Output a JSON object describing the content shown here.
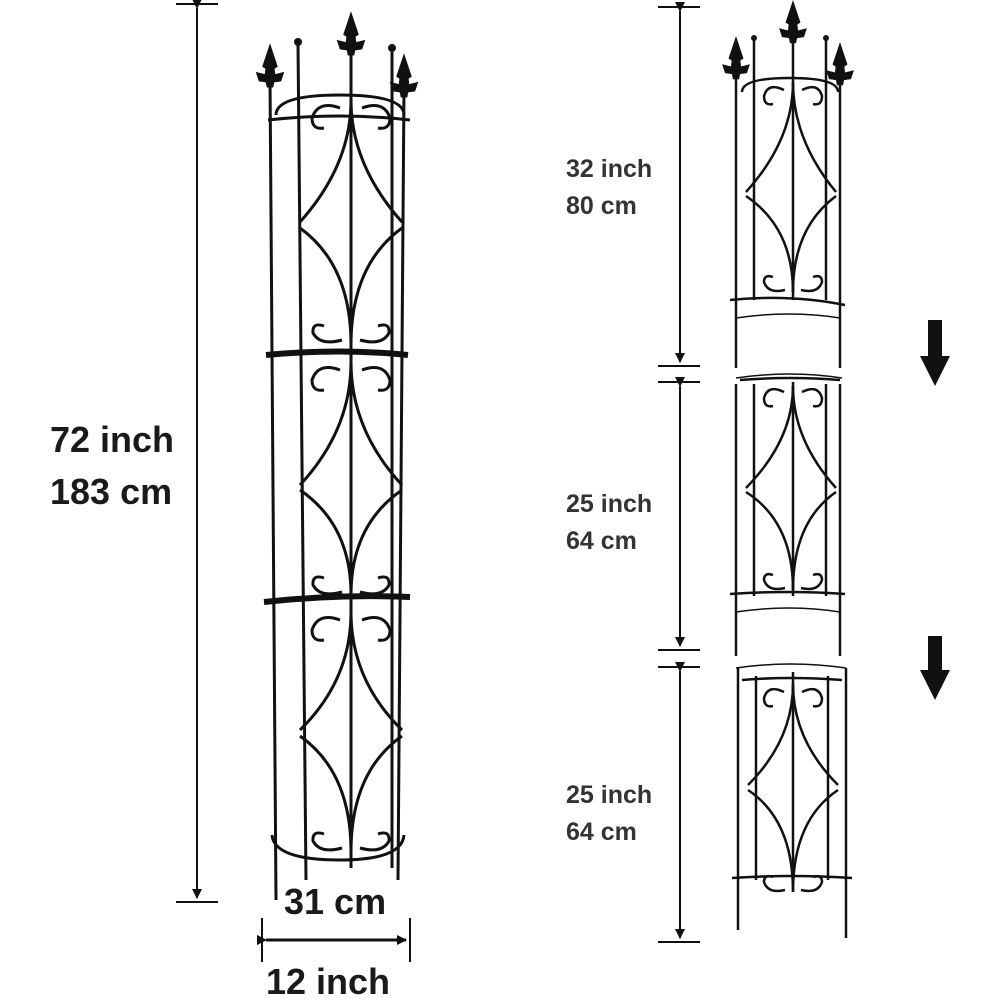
{
  "colors": {
    "ink": "#111111",
    "background": "#ffffff"
  },
  "icons": {
    "direction_arrows": "down-arrow-icon"
  },
  "assembled": {
    "height": {
      "inch": "72 inch",
      "cm": "183 cm"
    },
    "width": {
      "cm": "31 cm",
      "inch": "12 inch"
    }
  },
  "sections": [
    {
      "inch": "32 inch",
      "cm": "80 cm"
    },
    {
      "inch": "25 inch",
      "cm": "64 cm"
    },
    {
      "inch": "25 inch",
      "cm": "64 cm"
    }
  ]
}
